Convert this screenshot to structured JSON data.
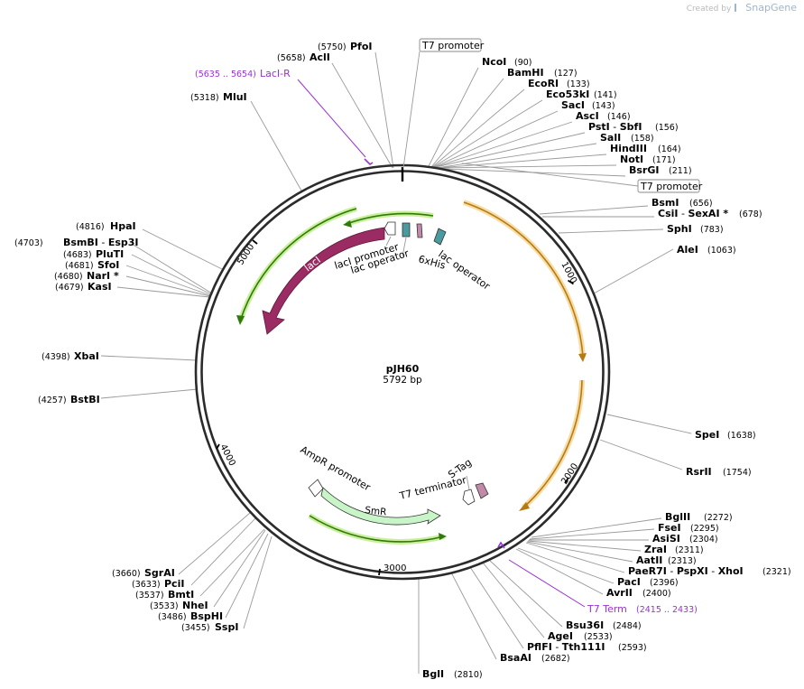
{
  "attribution": {
    "prefix": "Created by",
    "brand": "SnapGene"
  },
  "plasmid": {
    "name": "pJH60",
    "length": "5792 bp",
    "length_bp": 5792
  },
  "ruler_ticks": [
    "1000",
    "2000",
    "3000",
    "4000",
    "5000"
  ],
  "colors": {
    "backbone": "#2b2b2b",
    "primer": "#9b30d9",
    "orange_arrow": "#c98a15",
    "green_arrow": "#3a8a10",
    "lacI": "#9b2c63",
    "SmR": "#c8f5c8",
    "operator": "#4a9aa0",
    "tag": "#c08aa8"
  },
  "features": {
    "lacI": "lacI",
    "SmR": "SmR",
    "lacI_promoter": "lacI promoter",
    "lac_operator_1": "lac operator",
    "sixHis": "6xHis",
    "lac_operator_2": "lac operator",
    "ampr_promoter": "AmpR promoter",
    "t7_terminator": "T7 terminator",
    "s_tag": "S-Tag"
  },
  "boxed_labels": {
    "t7_promoter_top": "T7 promoter",
    "t7_promoter_right": "T7 promoter"
  },
  "primers": {
    "laci_r": {
      "name": "LacI-R",
      "range": "(5635 .. 5654)"
    },
    "t7_term": {
      "name": "T7 Term",
      "range": "(2415 .. 2433)"
    }
  },
  "sites": [
    {
      "id": "pfoi",
      "pos": "(5750)",
      "names": [
        "PfoI"
      ]
    },
    {
      "id": "acli",
      "pos": "(5658)",
      "names": [
        "AclI"
      ]
    },
    {
      "id": "mlui",
      "pos": "(5318)",
      "names": [
        "MluI"
      ]
    },
    {
      "id": "hpai",
      "pos": "(4816)",
      "names": [
        "HpaI"
      ]
    },
    {
      "id": "bsmbi",
      "pos": "(4703)",
      "names": [
        "BsmBI",
        "Esp3I"
      ]
    },
    {
      "id": "pluti",
      "pos": "(4683)",
      "names": [
        "PluTI"
      ]
    },
    {
      "id": "sfoi",
      "pos": "(4681)",
      "names": [
        "SfoI"
      ]
    },
    {
      "id": "nari",
      "pos": "(4680)",
      "names": [
        "NarI *"
      ]
    },
    {
      "id": "kasi",
      "pos": "(4679)",
      "names": [
        "KasI"
      ]
    },
    {
      "id": "xbai",
      "pos": "(4398)",
      "names": [
        "XbaI"
      ]
    },
    {
      "id": "bstbi",
      "pos": "(4257)",
      "names": [
        "BstBI"
      ]
    },
    {
      "id": "ncoi",
      "pos": "(90)",
      "names": [
        "NcoI"
      ]
    },
    {
      "id": "bamhi",
      "pos": "(127)",
      "names": [
        "BamHI"
      ]
    },
    {
      "id": "ecori",
      "pos": "(133)",
      "names": [
        "EcoRI"
      ]
    },
    {
      "id": "eco53ki",
      "pos": "(141)",
      "names": [
        "Eco53kI"
      ]
    },
    {
      "id": "saci",
      "pos": "(143)",
      "names": [
        "SacI"
      ]
    },
    {
      "id": "asci",
      "pos": "(146)",
      "names": [
        "AscI"
      ]
    },
    {
      "id": "psti",
      "pos": "(156)",
      "names": [
        "PstI",
        "SbfI"
      ]
    },
    {
      "id": "sali",
      "pos": "(158)",
      "names": [
        "SalI"
      ]
    },
    {
      "id": "hindiii",
      "pos": "(164)",
      "names": [
        "HindIII"
      ]
    },
    {
      "id": "noti",
      "pos": "(171)",
      "names": [
        "NotI"
      ]
    },
    {
      "id": "bsrgi",
      "pos": "(211)",
      "names": [
        "BsrGI"
      ]
    },
    {
      "id": "bsmi",
      "pos": "(656)",
      "names": [
        "BsmI"
      ]
    },
    {
      "id": "csii",
      "pos": "(678)",
      "names": [
        "CsiI",
        "SexAI *"
      ]
    },
    {
      "id": "sphi",
      "pos": "(783)",
      "names": [
        "SphI"
      ]
    },
    {
      "id": "alei",
      "pos": "(1063)",
      "names": [
        "AleI"
      ]
    },
    {
      "id": "spei",
      "pos": "(1638)",
      "names": [
        "SpeI"
      ]
    },
    {
      "id": "rsrii",
      "pos": "(1754)",
      "names": [
        "RsrII"
      ]
    },
    {
      "id": "bglii",
      "pos": "(2272)",
      "names": [
        "BglII"
      ]
    },
    {
      "id": "fsei",
      "pos": "(2295)",
      "names": [
        "FseI"
      ]
    },
    {
      "id": "asisi",
      "pos": "(2304)",
      "names": [
        "AsiSI"
      ]
    },
    {
      "id": "zrai",
      "pos": "(2311)",
      "names": [
        "ZraI"
      ]
    },
    {
      "id": "aatii",
      "pos": "(2313)",
      "names": [
        "AatII"
      ]
    },
    {
      "id": "paer7i",
      "pos": "(2321)",
      "names": [
        "PaeR7I",
        "PspXI",
        "XhoI"
      ]
    },
    {
      "id": "paci",
      "pos": "(2396)",
      "names": [
        "PacI"
      ]
    },
    {
      "id": "avrii",
      "pos": "(2400)",
      "names": [
        "AvrII"
      ]
    },
    {
      "id": "bsu36i",
      "pos": "(2484)",
      "names": [
        "Bsu36I"
      ]
    },
    {
      "id": "agei",
      "pos": "(2533)",
      "names": [
        "AgeI"
      ]
    },
    {
      "id": "pflfi",
      "pos": "(2593)",
      "names": [
        "PflFI",
        "Tth111I"
      ]
    },
    {
      "id": "bsaai",
      "pos": "(2682)",
      "names": [
        "BsaAI"
      ]
    },
    {
      "id": "bgli",
      "pos": "(2810)",
      "names": [
        "BglI"
      ]
    },
    {
      "id": "sgrai",
      "pos": "(3660)",
      "names": [
        "SgrAI"
      ]
    },
    {
      "id": "pcii",
      "pos": "(3633)",
      "names": [
        "PciI"
      ]
    },
    {
      "id": "bmti",
      "pos": "(3537)",
      "names": [
        "BmtI"
      ]
    },
    {
      "id": "nhei",
      "pos": "(3533)",
      "names": [
        "NheI"
      ]
    },
    {
      "id": "bsphi",
      "pos": "(3486)",
      "names": [
        "BspHI"
      ]
    },
    {
      "id": "sspi",
      "pos": "(3455)",
      "names": [
        "SspI"
      ]
    }
  ]
}
